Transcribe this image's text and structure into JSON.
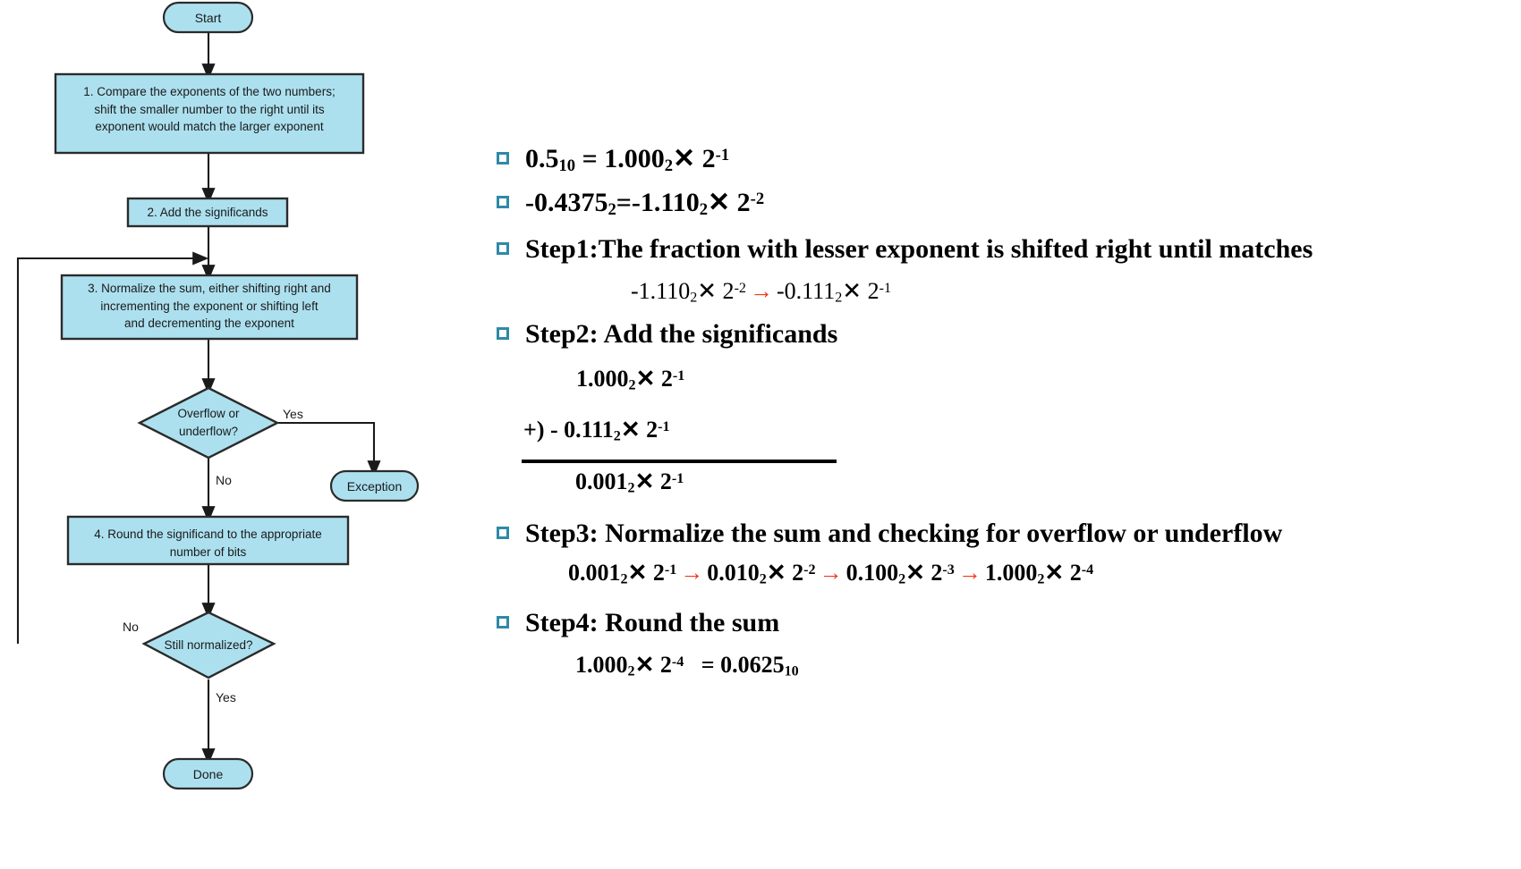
{
  "colors": {
    "node_fill": "#ace0ef",
    "node_stroke": "#2b2b2b",
    "bullet_teal": "#2e8aa6",
    "arrow_red": "#f4331e",
    "text": "#1a1a1a",
    "background": "#ffffff"
  },
  "flowchart": {
    "title": "floating-point-addition-flowchart",
    "nodes": [
      {
        "id": "start",
        "shape": "terminator",
        "label": "Start"
      },
      {
        "id": "step1",
        "shape": "process",
        "label": "1.  Compare the exponents of the two numbers;\nshift the smaller number to the right until its\nexponent would match the larger exponent"
      },
      {
        "id": "step2",
        "shape": "process",
        "label": "2. Add the significands"
      },
      {
        "id": "step3",
        "shape": "process",
        "label": "3. Normalize the sum, either shifting right and\nincrementing the exponent or shifting left\nand decrementing the exponent"
      },
      {
        "id": "overflow",
        "shape": "decision",
        "label": "Overflow or\nunderflow?"
      },
      {
        "id": "exception",
        "shape": "terminator",
        "label": "Exception"
      },
      {
        "id": "step4",
        "shape": "process",
        "label": "4. Round the significand to the appropriate\nnumber of bits"
      },
      {
        "id": "normalized",
        "shape": "decision",
        "label": "Still normalized?"
      },
      {
        "id": "done",
        "shape": "terminator",
        "label": "Done"
      }
    ],
    "edge_labels": {
      "overflow_yes": "Yes",
      "overflow_no": "No",
      "normalized_no": "No",
      "normalized_yes": "Yes"
    }
  },
  "content": {
    "items": [
      {
        "id": "line-decimal-half",
        "bullet": true,
        "parts": [
          {
            "t": "0.5"
          },
          {
            "sub": "10"
          },
          {
            "t": " = 1.000"
          },
          {
            "sub": "2"
          },
          {
            "t": "✕ 2"
          },
          {
            "sup": "-1"
          }
        ]
      },
      {
        "id": "line-decimal-negative",
        "bullet": true,
        "parts": [
          {
            "t": "-0.4375"
          },
          {
            "sub": "2"
          },
          {
            "t": "=-1.110"
          },
          {
            "sub": "2"
          },
          {
            "t": "✕ 2"
          },
          {
            "sup": "-2"
          }
        ]
      },
      {
        "id": "step1-heading",
        "bullet": true,
        "parts": [
          {
            "t": "Step1:The fraction with lesser exponent is shifted right until matches"
          }
        ]
      },
      {
        "id": "step1-detail",
        "bullet": false,
        "bold": false,
        "parts": [
          {
            "t": "-1.110"
          },
          {
            "sub": "2"
          },
          {
            "t": "✕ 2"
          },
          {
            "sup": "-2"
          },
          {
            "arrow": "→"
          },
          {
            "t": "-0.111"
          },
          {
            "sub": "2"
          },
          {
            "t": "✕ 2"
          },
          {
            "sup": "-1"
          }
        ]
      },
      {
        "id": "step2-heading",
        "bullet": true,
        "parts": [
          {
            "t": "Step2:  Add the significands"
          }
        ]
      },
      {
        "id": "addend-1",
        "bullet": false,
        "bold": true,
        "parts": [
          {
            "t": "1.000"
          },
          {
            "sub": "2"
          },
          {
            "t": "✕ 2"
          },
          {
            "sup": "-1"
          }
        ]
      },
      {
        "id": "addend-2",
        "bullet": false,
        "bold": true,
        "parts": [
          {
            "t": "+) - 0.111"
          },
          {
            "sub": "2"
          },
          {
            "t": "✕ 2"
          },
          {
            "sup": "-1"
          }
        ]
      },
      {
        "id": "sum-result",
        "bullet": false,
        "bold": true,
        "parts": [
          {
            "t": "0.001"
          },
          {
            "sub": "2"
          },
          {
            "t": "✕ 2"
          },
          {
            "sup": "-1"
          }
        ]
      },
      {
        "id": "step3-heading",
        "bullet": true,
        "parts": [
          {
            "t": "Step3:  Normalize the sum and checking for overflow or underflow"
          }
        ]
      },
      {
        "id": "step3-detail",
        "bullet": false,
        "bold": true,
        "parts": [
          {
            "t": "0.001"
          },
          {
            "sub": "2"
          },
          {
            "t": "✕ 2"
          },
          {
            "sup": "-1"
          },
          {
            "arrow": "→"
          },
          {
            "t": "0.010"
          },
          {
            "sub": "2"
          },
          {
            "t": "✕ 2"
          },
          {
            "sup": "-2"
          },
          {
            "arrow": "→"
          },
          {
            "t": "0.100"
          },
          {
            "sub": "2"
          },
          {
            "t": "✕ 2"
          },
          {
            "sup": "-3"
          },
          {
            "arrow": "→"
          },
          {
            "t": "1.000"
          },
          {
            "sub": "2"
          },
          {
            "t": "✕ 2"
          },
          {
            "sup": "-4"
          }
        ]
      },
      {
        "id": "step4-heading",
        "bullet": true,
        "parts": [
          {
            "t": "Step4: Round the sum"
          }
        ]
      },
      {
        "id": "step4-detail",
        "bullet": false,
        "bold": true,
        "parts": [
          {
            "t": "1.000"
          },
          {
            "sub": "2"
          },
          {
            "t": "✕ 2"
          },
          {
            "sup": "-4"
          },
          {
            "t": "   = 0.0625"
          },
          {
            "sub": "10"
          }
        ]
      }
    ]
  }
}
